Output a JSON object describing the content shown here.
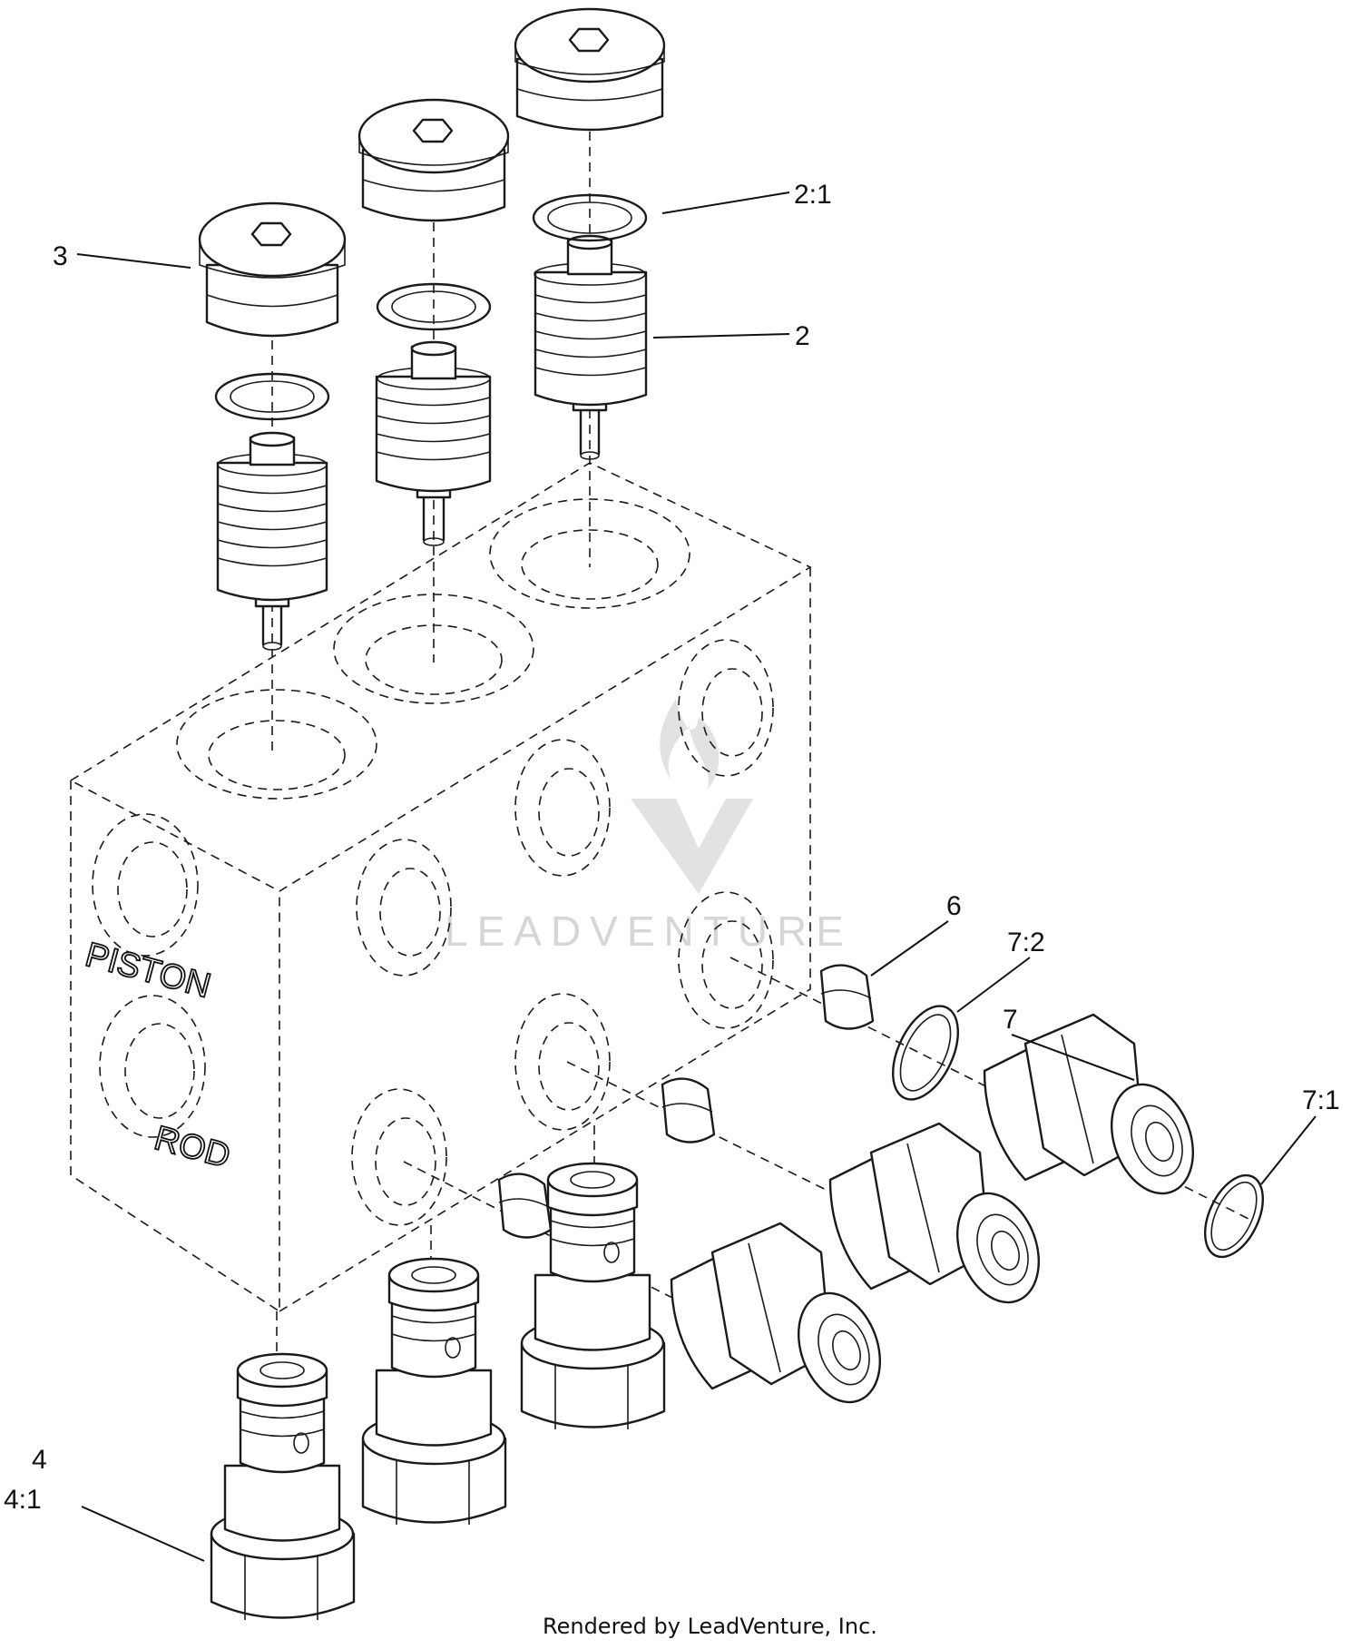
{
  "diagram": {
    "callouts": [
      {
        "id": "c-3",
        "label": "3"
      },
      {
        "id": "c-2-1",
        "label": "2:1"
      },
      {
        "id": "c-2",
        "label": "2"
      },
      {
        "id": "c-6",
        "label": "6"
      },
      {
        "id": "c-7-2",
        "label": "7:2"
      },
      {
        "id": "c-7",
        "label": "7"
      },
      {
        "id": "c-7-1",
        "label": "7:1"
      },
      {
        "id": "c-4",
        "label": "4"
      },
      {
        "id": "c-4-1",
        "label": "4:1"
      }
    ],
    "block_labels": {
      "piston": "PISTON",
      "rod": "ROD"
    },
    "watermark": "LEADVENTURE",
    "footer": "Rendered by LeadVenture, Inc."
  }
}
